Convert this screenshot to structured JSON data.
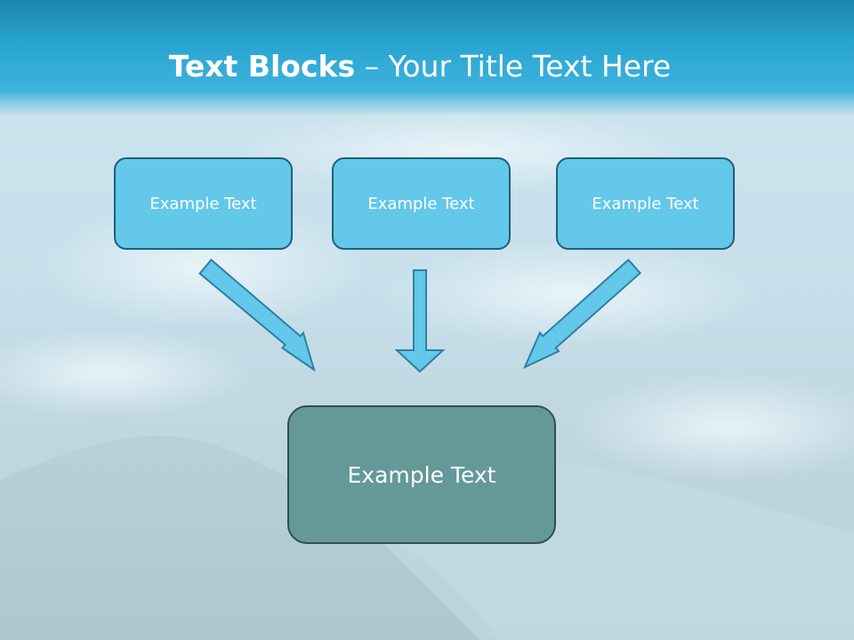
{
  "title": {
    "bold": "Text Blocks",
    "separator": " – ",
    "rest": "Your Title Text Here"
  },
  "boxes": {
    "top_left": "Example Text",
    "top_center": "Example Text",
    "top_right": "Example Text",
    "bottom": "Example Text"
  },
  "colors": {
    "title_band": "#2aa6d2",
    "top_box_fill": "#63c8ea",
    "bottom_box_fill": "#659999",
    "arrow_fill": "#63c8ea"
  }
}
